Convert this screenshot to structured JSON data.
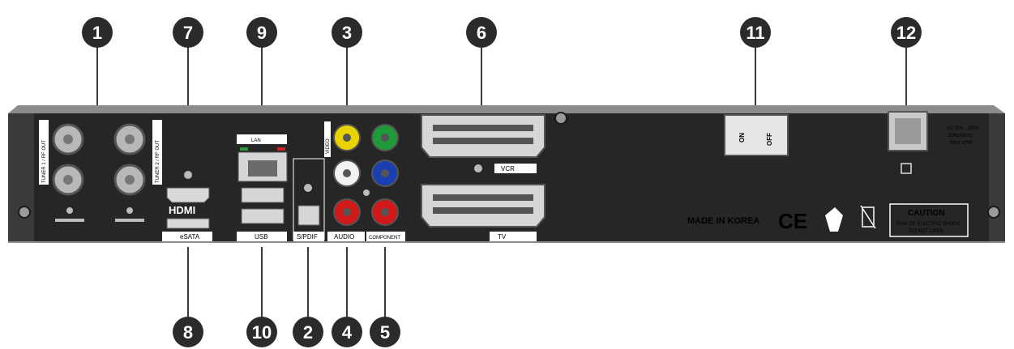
{
  "callouts": [
    {
      "id": "1",
      "label": "1"
    },
    {
      "id": "7",
      "label": "7"
    },
    {
      "id": "9",
      "label": "9"
    },
    {
      "id": "3",
      "label": "3"
    },
    {
      "id": "6",
      "label": "6"
    },
    {
      "id": "11",
      "label": "11"
    },
    {
      "id": "12",
      "label": "12"
    },
    {
      "id": "8",
      "label": "8"
    },
    {
      "id": "10",
      "label": "10"
    },
    {
      "id": "2",
      "label": "2"
    },
    {
      "id": "4",
      "label": "4"
    },
    {
      "id": "5",
      "label": "5"
    }
  ],
  "panel": {
    "hdmi_logo": "HDMI",
    "lan_label": "LAN",
    "usb_label": "USB",
    "esata_label": "eSATA",
    "spdif_label": "S/PDIF",
    "audio_label": "AUDIO",
    "component_label": "COMPONENT",
    "video_label": "VIDEO",
    "vcr_label": "VCR",
    "tv_label": "TV",
    "switch_on": "ON",
    "switch_off": "OFF",
    "made_in": "MADE IN KOREA",
    "ce_mark": "CE",
    "caution_title": "CAUTION",
    "caution_line1": "RISK OF ELECTRIC SHOCK",
    "caution_line2": "DO NOT OPEN",
    "power_rating_1": "AC 90V - 250V",
    "power_rating_2": "50Hz/60Hz",
    "power_rating_3": "MAX 40W",
    "tuner1_label": "TUNER 1 / RF OUT",
    "tuner2_label": "TUNER 2 / RF OUT"
  },
  "colors": {
    "panel": "#262626",
    "rim": "#8c8c8c",
    "yellow": "#e8d200",
    "green": "#1f9a38",
    "white": "#f2f2f2",
    "blue": "#1a3fb0",
    "red": "#d21919"
  }
}
